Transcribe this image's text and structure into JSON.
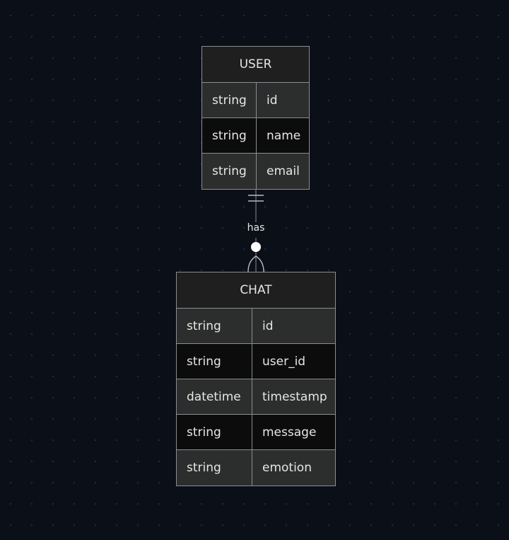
{
  "entities": {
    "user": {
      "name": "USER",
      "attributes": [
        {
          "type": "string",
          "name": "id"
        },
        {
          "type": "string",
          "name": "name"
        },
        {
          "type": "string",
          "name": "email"
        }
      ]
    },
    "chat": {
      "name": "CHAT",
      "attributes": [
        {
          "type": "string",
          "name": "id"
        },
        {
          "type": "string",
          "name": "user_id"
        },
        {
          "type": "datetime",
          "name": "timestamp"
        },
        {
          "type": "string",
          "name": "message"
        },
        {
          "type": "string",
          "name": "emotion"
        }
      ]
    }
  },
  "relationship": {
    "label": "has",
    "from": "USER",
    "to": "CHAT",
    "from_cardinality": "exactly-one",
    "to_cardinality": "zero-or-more"
  },
  "colors": {
    "background": "#0b0f18",
    "header": "#1f1f1f",
    "row_light": "#2c2d2d",
    "row_dark": "#0c0c0c",
    "border": "#8a8d92",
    "text": "#e6e6e6"
  }
}
